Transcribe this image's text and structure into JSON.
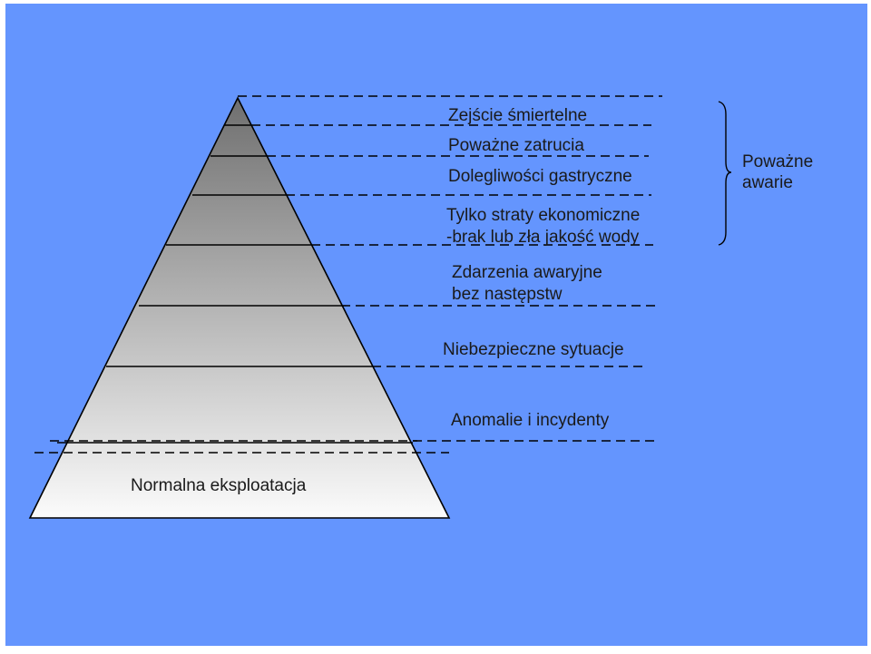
{
  "colors": {
    "background": "#6495fe",
    "pyramid_top": "#6f6f6f",
    "pyramid_bottom": "#fbfbfb",
    "line": "#000000"
  },
  "levels": [
    {
      "key": "death",
      "label": "Zejście śmiertelne"
    },
    {
      "key": "poisoning",
      "label": "Poważne zatrucia"
    },
    {
      "key": "gastro",
      "label": "Dolegliwości gastryczne"
    },
    {
      "key": "economic",
      "label_line1": "Tylko straty ekonomiczne",
      "label_line2": "-brak lub zła jakość wody"
    },
    {
      "key": "emergency",
      "label_line1": "Zdarzenia awaryjne",
      "label_line2": "bez następstw"
    },
    {
      "key": "dangerous",
      "label": "Niebezpieczne sytuacje"
    },
    {
      "key": "anomalies",
      "label": "Anomalie i incydenty"
    },
    {
      "key": "normal",
      "label": "Normalna eksploatacja"
    }
  ],
  "bracket": {
    "icon": "right-brace-icon",
    "label_line1": "Poważne",
    "label_line2": "awarie"
  }
}
